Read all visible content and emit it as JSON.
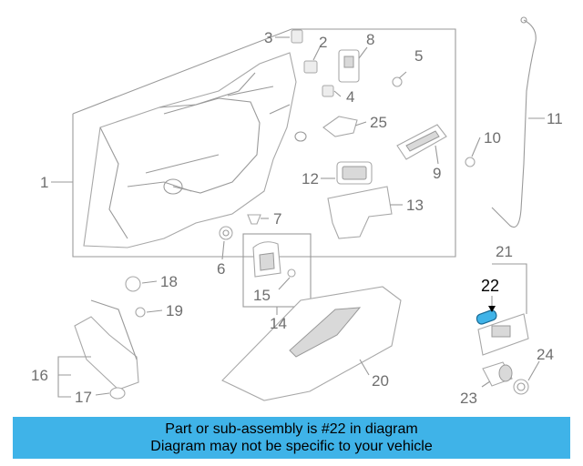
{
  "callouts": {
    "n1": "1",
    "n2": "2",
    "n3": "3",
    "n4": "4",
    "n5": "5",
    "n6": "6",
    "n7": "7",
    "n8": "8",
    "n9": "9",
    "n10": "10",
    "n11": "11",
    "n12": "12",
    "n13": "13",
    "n14": "14",
    "n15": "15",
    "n16": "16",
    "n17": "17",
    "n18": "18",
    "n19": "19",
    "n20": "20",
    "n21": "21",
    "n22": "22",
    "n23": "23",
    "n24": "24",
    "n25": "25"
  },
  "highlight": {
    "callout": "22",
    "color": "#3fb3e8"
  },
  "banner": {
    "line1": "Part or sub-assembly is #22 in diagram",
    "line2": "Diagram may not be specific to your vehicle",
    "color": "#3fb3e8"
  }
}
